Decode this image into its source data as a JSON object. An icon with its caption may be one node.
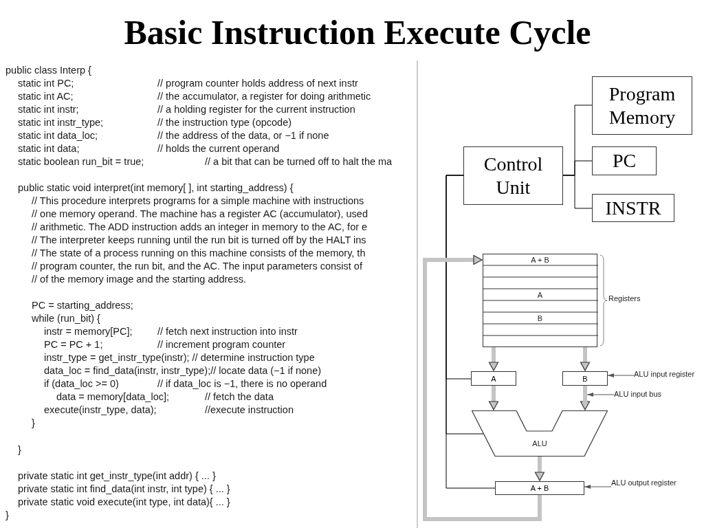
{
  "diagram": {
    "title": "Basic Instruction Execute Cycle",
    "nodes": [
      {
        "text": [
          "Program Memory"
        ]
      },
      {
        "text": [
          "PC"
        ]
      },
      {
        "text": [
          "INSTR"
        ]
      },
      {
        "text": [
          "Control Unit"
        ]
      },
      {
        "text": [
          "A + B",
          "A",
          "B"
        ]
      },
      {
        "text": [
          "A"
        ]
      },
      {
        "text": [
          "B"
        ]
      },
      {
        "text": [
          "ALU"
        ]
      },
      {
        "text": [
          "A + B"
        ]
      },
      {
        "text": [
          "ALU input register"
        ]
      },
      {
        "text": [
          "ALU input bus"
        ]
      },
      {
        "text": [
          "ALU output register"
        ]
      },
      {
        "text": [],
        "shape": "bar"
      }
    ],
    "edges": [
      {
        "from": 3,
        "to": 0,
        "arrow": "none"
      },
      {
        "from": 3,
        "to": 1,
        "arrow": "none"
      },
      {
        "from": 3,
        "to": 2,
        "arrow": "none"
      },
      {
        "from": 3,
        "to": 5,
        "arrow": "none"
      },
      {
        "from": 3,
        "to": 7,
        "arrow": "none"
      },
      {
        "from": 3,
        "to": 8,
        "arrow": "none"
      },
      {
        "from": 4,
        "to": 5,
        "arrow": "to",
        "style": "thick",
        "color": "#c4c4c4"
      },
      {
        "from": 4,
        "to": 6,
        "arrow": "to",
        "style": "thick",
        "color": "#c4c4c4"
      },
      {
        "from": 5,
        "to": 7,
        "arrow": "to",
        "style": "thick",
        "color": "#c4c4c4"
      },
      {
        "from": 6,
        "to": 7,
        "arrow": "to",
        "style": "thick",
        "color": "#c4c4c4"
      },
      {
        "from": 7,
        "to": 8,
        "arrow": "to",
        "style": "thick",
        "color": "#c4c4c4"
      },
      {
        "from": 8,
        "to": 4,
        "arrow": "to",
        "style": "thick",
        "color": "#c4c4c4"
      },
      {
        "from": 9,
        "to": 6,
        "arrow": "to"
      },
      {
        "from": 10,
        "to": 12,
        "arrow": "to"
      },
      {
        "from": 11,
        "to": 8,
        "arrow": "to"
      }
    ],
    "labels": [
      "public class Interp {",
      "static int PC;",
      "// program counter holds address of next instr",
      "static int AC;",
      "// the accumulator, a register for doing arithmetic",
      "static int instr;",
      "// a holding register for the current instruction",
      "static int instr_type;",
      "// the instruction type (opcode)",
      "static int data_loc;",
      "// the address of the data, or −1 if none",
      "static int data;",
      "// holds the current operand",
      "static boolean run_bit = true;",
      "// a bit that can be turned off to halt the ma",
      "public static void interpret(int memory[ ], int starting_address) {",
      "// This procedure interprets programs for a simple machine with instructions",
      "// one memory operand. The machine has a register AC (accumulator), used",
      "// arithmetic. The ADD instruction adds an integer in memory to the AC, for e",
      "// The interpreter keeps running until the run bit is turned off by the HALT ins",
      "// The state of a process running on this machine consists of the memory, th",
      "// program counter, the run bit, and the AC. The input parameters consist of",
      "// of the memory image and the starting address.",
      "PC = starting_address;",
      "while (run_bit) {",
      "instr = memory[PC];",
      "// fetch next instruction into instr",
      "PC = PC + 1;",
      "// increment program counter",
      "instr_type = get_instr_type(instr); // determine instruction type",
      "data_loc = find_data(instr, instr_type);// locate data (−1 if none)",
      "if (data_loc >= 0)",
      "// if data_loc is −1, there is no operand",
      "data = memory[data_loc];",
      "// fetch the data",
      "execute(instr_type, data);",
      "//execute instruction",
      "}",
      "}",
      "private static int get_instr_type(int addr) { ... }",
      "private static int find_data(int instr, int type) { ... }",
      "private static void execute(int type, int data){ ... }",
      "}",
      "Registers"
    ]
  }
}
